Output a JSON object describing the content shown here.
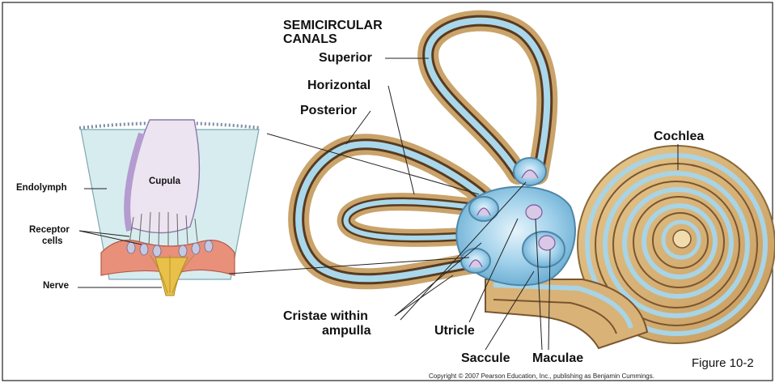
{
  "title_line1": "SEMICIRCULAR",
  "title_line2": "CANALS",
  "labels": {
    "superior": "Superior",
    "horizontal": "Horizontal",
    "posterior": "Posterior",
    "cochlea": "Cochlea",
    "endolymph": "Endolymph",
    "cupula": "Cupula",
    "receptor_line1": "Receptor",
    "receptor_line2": "cells",
    "nerve": "Nerve",
    "cristae_line1": "Cristae within",
    "cristae_line2": "ampulla",
    "utricle": "Utricle",
    "saccule": "Saccule",
    "maculae": "Maculae"
  },
  "figure_caption": "Figure 10-2",
  "copyright": "Copyright © 2007 Pearson Education, Inc., publishing as Benjamin Cummings.",
  "colors": {
    "canal_outer": "#c9a36a",
    "canal_dark": "#5a3a1e",
    "canal_fluid": "#a9d8ec",
    "ampulla": "#8fc6e3",
    "endolymph_bg": "#d7ecee",
    "cupula": "#ece4f0",
    "receptor": "#e8907a",
    "nerve": "#e8c04a"
  }
}
